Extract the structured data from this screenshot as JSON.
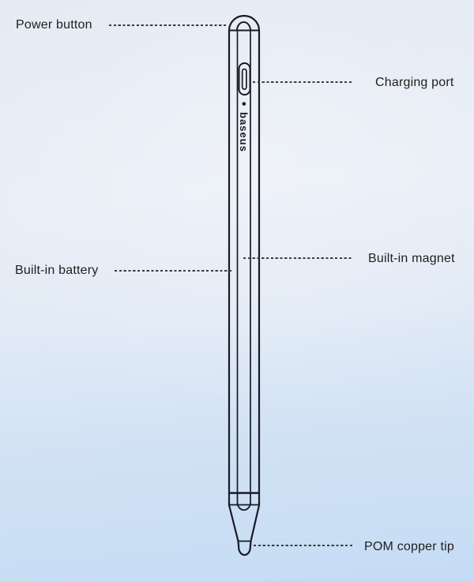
{
  "pen": {
    "brand": "baseus"
  },
  "callouts": {
    "power_button": {
      "label": "Power button"
    },
    "charging_port": {
      "label": "Charging port"
    },
    "built_in_magnet": {
      "label": "Built-in magnet"
    },
    "built_in_battery": {
      "label": "Built-in battery"
    },
    "pom_copper_tip": {
      "label": "POM copper tip"
    }
  },
  "colors": {
    "background_top": "#e6ebf4",
    "background_bottom": "#c5dcf5",
    "outline": "#1a1a26",
    "pen_fill": "#fcfdff",
    "label_text": "#1f1f1f",
    "leader_line": "#3d3d3d"
  }
}
